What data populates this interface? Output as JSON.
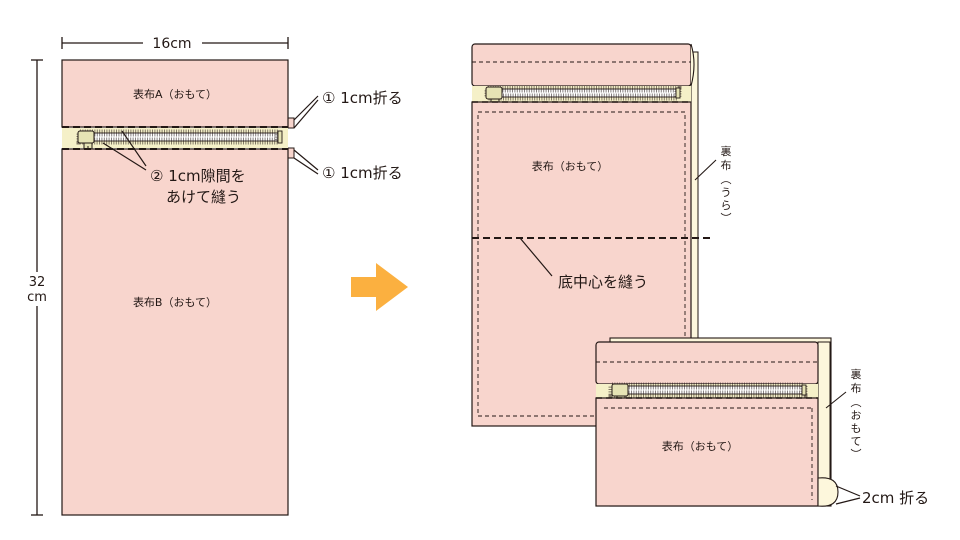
{
  "colors": {
    "fabric": "#f8d5cd",
    "lining": "#fdf7dc",
    "zipper_tape": "#f5f0c8",
    "zipper_pull": "#e6e3b5",
    "arrow": "#fbb040",
    "line": "#231815"
  },
  "left_panel": {
    "width_label": "16cm",
    "height_label_1": "32",
    "height_label_2": "cm",
    "label_a": "表布A（おもて）",
    "label_b": "表布B（おもて）",
    "fold_top": "① 1cm折る",
    "fold_bottom": "① 1cm折る",
    "gap_line1": "② 1cm隙間を",
    "gap_line2": "あけて縫う"
  },
  "middle_panel": {
    "label_outer": "表布（おもて）",
    "label_center": "底中心を縫う",
    "lining_chars": [
      "裏",
      "布",
      "︵",
      "う",
      "ら",
      "︶"
    ]
  },
  "right_panel": {
    "label_outer": "表布（おもて）",
    "lining_chars": [
      "裏",
      "布",
      "︵",
      "お",
      "も",
      "て",
      "︶"
    ],
    "fold_label": "2cm 折る"
  },
  "icons": {
    "step_arrow": "right-arrow-icon",
    "zipper": "zipper-icon"
  }
}
